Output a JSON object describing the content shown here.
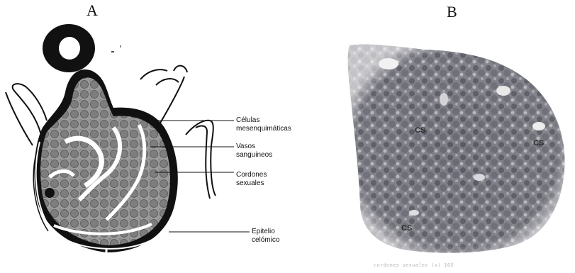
{
  "panels": {
    "a": {
      "label": "A"
    },
    "b": {
      "label": "B"
    }
  },
  "callouts": [
    {
      "lines": [
        "Células",
        "mesenquimáticas"
      ]
    },
    {
      "lines": [
        "Vasos",
        "sanguineos"
      ]
    },
    {
      "lines": [
        "Cordones",
        "sexuales"
      ]
    },
    {
      "lines": [
        "Epitelio",
        "celómico"
      ]
    }
  ],
  "micro_labels": [
    "CS",
    "CS",
    "CS"
  ],
  "caption": "cordones sexuales (x) 10X",
  "colors": {
    "ink": "#111111",
    "tissue": "#8c8c8c",
    "stain": "#5e5e6a"
  }
}
